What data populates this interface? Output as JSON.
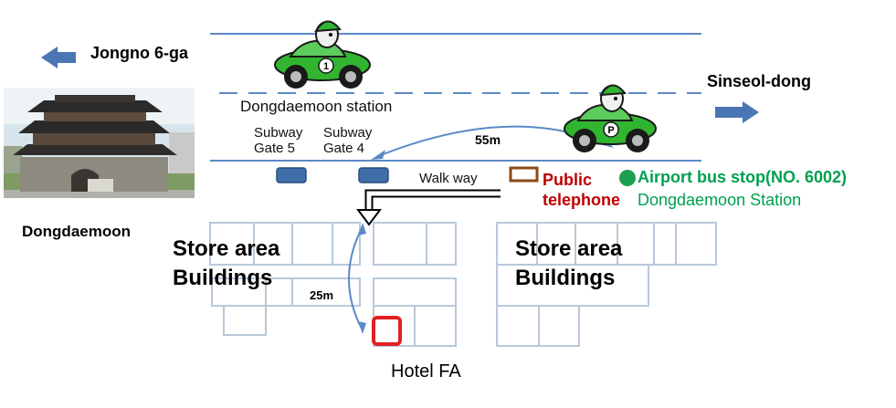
{
  "directions": {
    "left": "Jongno 6-ga",
    "right": "Sinseol-dong"
  },
  "landmark": {
    "name": "Dongdaemoon"
  },
  "station": {
    "name": "Dongdaemoon station",
    "gate5": [
      "Subway",
      "Gate 5"
    ],
    "gate4": [
      "Subway",
      "Gate 4"
    ]
  },
  "distances": {
    "walk": "55m",
    "hotel": "25m"
  },
  "walkway": "Walk way",
  "telephone": [
    "Public",
    "telephone"
  ],
  "airport_bus": {
    "title": "Airport bus stop(NO. 6002)",
    "subtitle": "Dongdaemoon Station"
  },
  "store_area": [
    "Store area",
    "Buildings"
  ],
  "hotel": "Hotel FA",
  "cars": [
    "1",
    "P"
  ],
  "colors": {
    "road_line": "#5b8ac6",
    "arrow": "#4a76b3",
    "gate_marker": "#3f6ea8",
    "telephone_box": "#8b4a16",
    "bus_stop": "#1fa050",
    "building_outline": "#b9c8da",
    "hotel_marker": "#e02020",
    "car_body": "#31b531"
  }
}
